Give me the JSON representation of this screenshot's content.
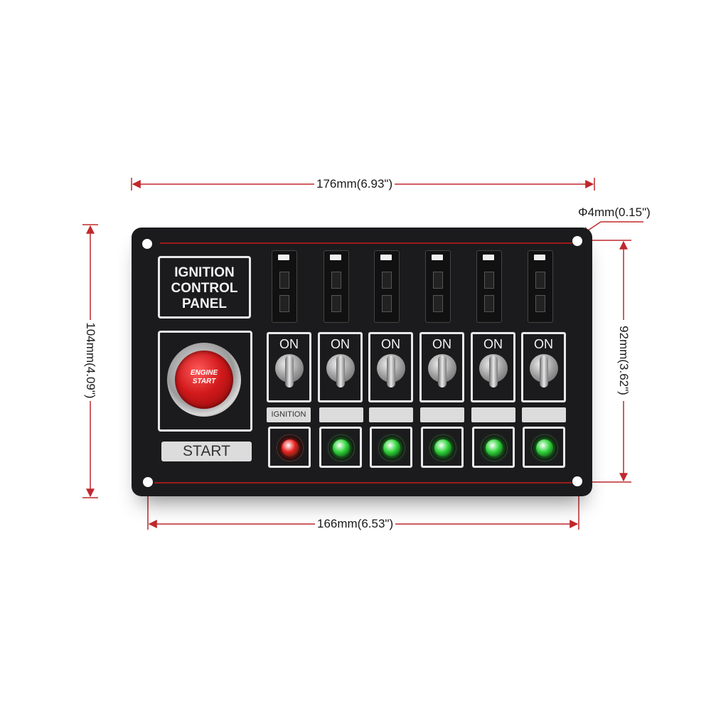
{
  "dimensions": {
    "width_top": "176mm(6.93\")",
    "hole_diameter": "Φ4mm(0.15\")",
    "height_left": "104mm(4.09\")",
    "height_right": "92mm(3.62\")",
    "width_bottom": "166mm(6.53\")"
  },
  "panel": {
    "title_line1": "IGNITION",
    "title_line2": "CONTROL",
    "title_line3": "PANEL",
    "start_button_line1": "ENGINE",
    "start_button_line2": "START",
    "start_plate": "START",
    "switch_labels": [
      "ON",
      "ON",
      "ON",
      "ON",
      "ON",
      "ON"
    ],
    "strip_labels": [
      "IGNITION",
      "",
      "",
      "",
      "",
      ""
    ],
    "led_colors": [
      "#e8201e",
      "#2fd43a",
      "#2fd43a",
      "#2fd43a",
      "#2fd43a",
      "#2fd43a"
    ]
  },
  "colors": {
    "dimension_line": "#c0282c",
    "panel_bg": "#1b1b1d"
  }
}
